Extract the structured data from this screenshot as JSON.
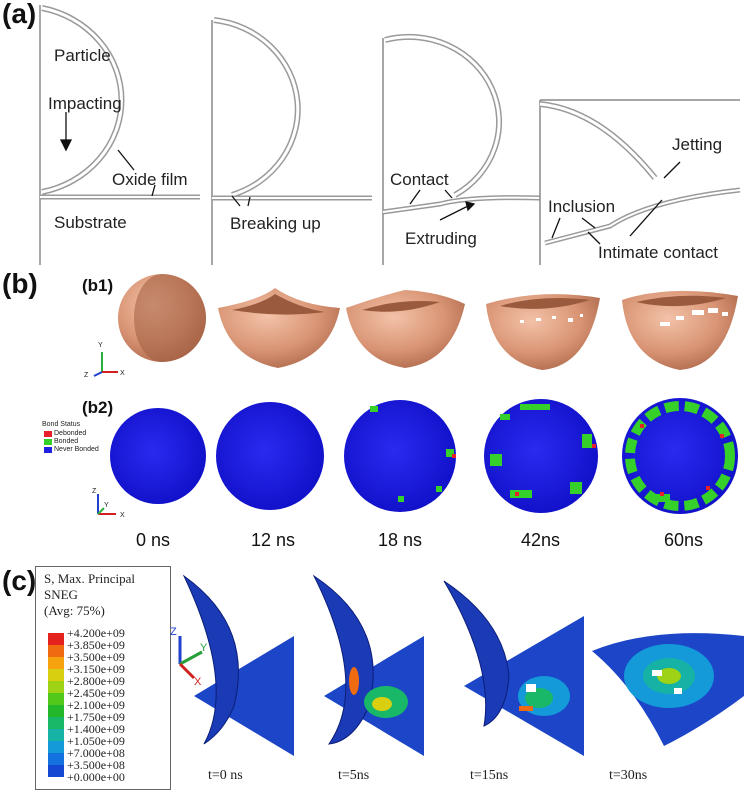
{
  "panel_a": {
    "tag": "(a)",
    "labels": {
      "particle": "Particle",
      "impacting": "Impacting",
      "oxide_film": "Oxide film",
      "substrate": "Substrate",
      "breaking_up": "Breaking up",
      "contact": "Contact",
      "extruding": "Extruding",
      "jetting": "Jetting",
      "inclusion": "Inclusion",
      "intimate_contact": "Intimate contact"
    }
  },
  "panel_b": {
    "tag": "(b)",
    "b1_tag": "(b1)",
    "b2_tag": "(b2)",
    "axes_b1": {
      "y": "Y",
      "z": "Z",
      "x": "X"
    },
    "axes_b2": {
      "z": "Z",
      "y": "Y",
      "x": "X"
    },
    "legend": {
      "title": "Bond Status",
      "items": [
        {
          "label": "Debonded",
          "color": "#e8202a"
        },
        {
          "label": "Bonded",
          "color": "#35d02a"
        },
        {
          "label": "Never Bonded",
          "color": "#1f1fe0"
        }
      ]
    },
    "times": [
      "0 ns",
      "12 ns",
      "18 ns",
      "42ns",
      "60ns"
    ]
  },
  "panel_c": {
    "tag": "(c)",
    "legend_title": [
      "S, Max. Principal",
      "SNEG",
      "(Avg: 75%)"
    ],
    "legend_values": [
      "+4.200e+09",
      "+3.850e+09",
      "+3.500e+09",
      "+3.150e+09",
      "+2.800e+09",
      "+2.450e+09",
      "+2.100e+09",
      "+1.750e+09",
      "+1.400e+09",
      "+1.050e+09",
      "+7.000e+08",
      "+3.500e+08",
      "+0.000e+00"
    ],
    "legend_colors": [
      "#e4231f",
      "#f06a10",
      "#f5a20e",
      "#d8cf10",
      "#9dd314",
      "#52c81b",
      "#22b82a",
      "#18b868",
      "#16b2a6",
      "#149ad8",
      "#1372e0",
      "#1447d2",
      "#1624b8"
    ],
    "axes": {
      "z": "Z",
      "y": "Y",
      "x": "X"
    },
    "times": [
      "t=0 ns",
      "t=5ns",
      "t=15ns",
      "t=30ns"
    ]
  }
}
